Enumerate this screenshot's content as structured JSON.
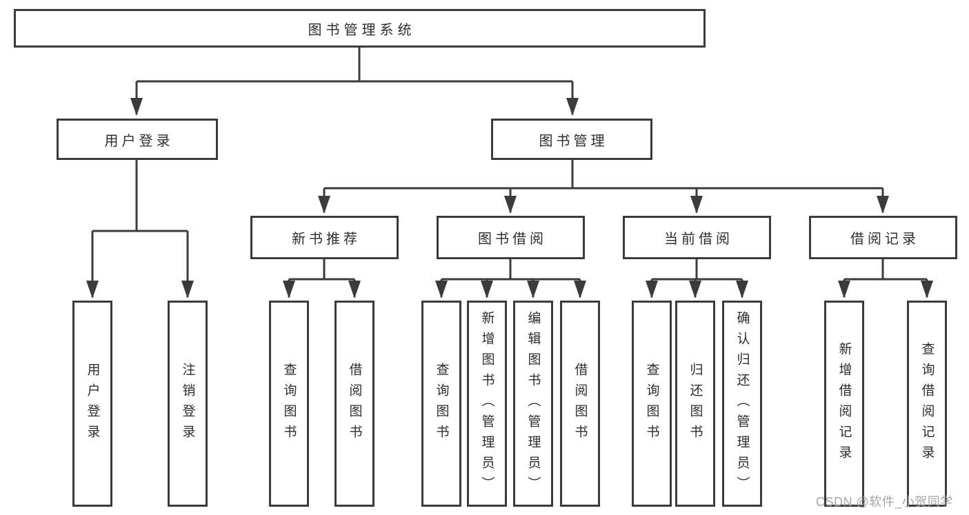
{
  "diagram": {
    "root": {
      "label": "图书管理系统"
    },
    "level2": [
      {
        "label": "用户登录"
      },
      {
        "label": "图书管理"
      }
    ],
    "level3": [
      {
        "label": "新书推荐"
      },
      {
        "label": "图书借阅"
      },
      {
        "label": "当前借阅"
      },
      {
        "label": "借阅记录"
      }
    ],
    "leaves": {
      "user_login": [
        {
          "label": "用户登录"
        },
        {
          "label": "注销登录"
        }
      ],
      "new_book": [
        {
          "label": "查询图书"
        },
        {
          "label": "借阅图书"
        }
      ],
      "book_borrow": [
        {
          "label": "查询图书"
        },
        {
          "label": "新增图书（管理员）"
        },
        {
          "label": "编辑图书（管理员）"
        },
        {
          "label": "借阅图书"
        }
      ],
      "current_borrow": [
        {
          "label": "查询图书"
        },
        {
          "label": "归还图书"
        },
        {
          "label": "确认归还（管理员）"
        }
      ],
      "borrow_records": [
        {
          "label": "新增借阅记录"
        },
        {
          "label": "查询借阅记录"
        }
      ]
    },
    "colors": {
      "line": "#3b3b3b",
      "text": "#2d2d2d",
      "box_fill": "#ffffff"
    }
  },
  "watermark": {
    "text": "CSDN @软件_小贺同学",
    "color": "#a6a6a6"
  }
}
